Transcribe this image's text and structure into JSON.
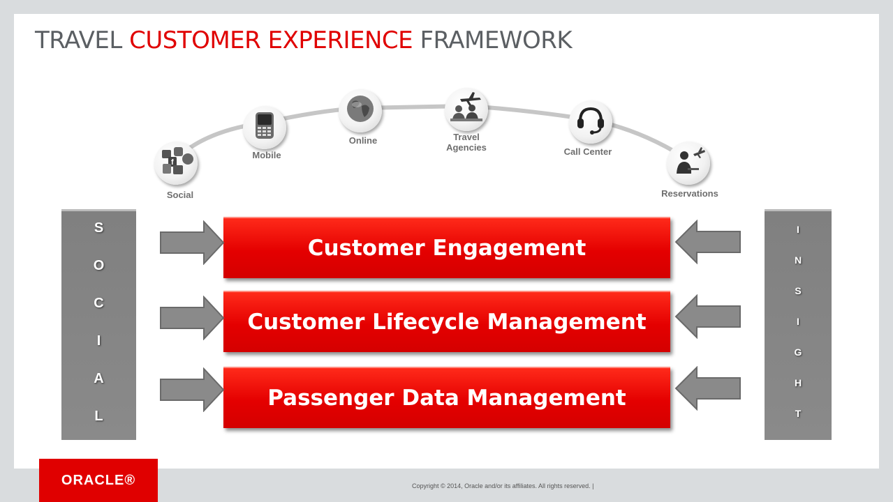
{
  "title": {
    "part1": "TRAVEL ",
    "accent": "CUSTOMER EXPERIENCE",
    "part2": " FRAMEWORK"
  },
  "channels": [
    {
      "label": "Social",
      "icon": "social-media-icon"
    },
    {
      "label": "Mobile",
      "icon": "mobile-phone-icon"
    },
    {
      "label": "Online",
      "icon": "globe-icon"
    },
    {
      "label": "Travel\nAgencies",
      "icon": "airplane-agents-icon"
    },
    {
      "label": "Call Center",
      "icon": "headset-icon"
    },
    {
      "label": "Reservations",
      "icon": "person-airplane-icon"
    }
  ],
  "left_bar": {
    "letters": [
      "S",
      "O",
      "C",
      "I",
      "A",
      "L"
    ]
  },
  "right_bar": {
    "letters": [
      "I",
      "N",
      "S",
      "I",
      "G",
      "H",
      "T"
    ]
  },
  "boxes": [
    "Customer Engagement",
    "Customer Lifecycle Management",
    "Passenger Data Management"
  ],
  "logo": "ORACLE®",
  "copyright": "Copyright © 2014, Oracle and/or its affiliates. All rights reserved.  |",
  "colors": {
    "accent": "#e00000",
    "bar": "#858585",
    "title": "#5b5f63"
  }
}
